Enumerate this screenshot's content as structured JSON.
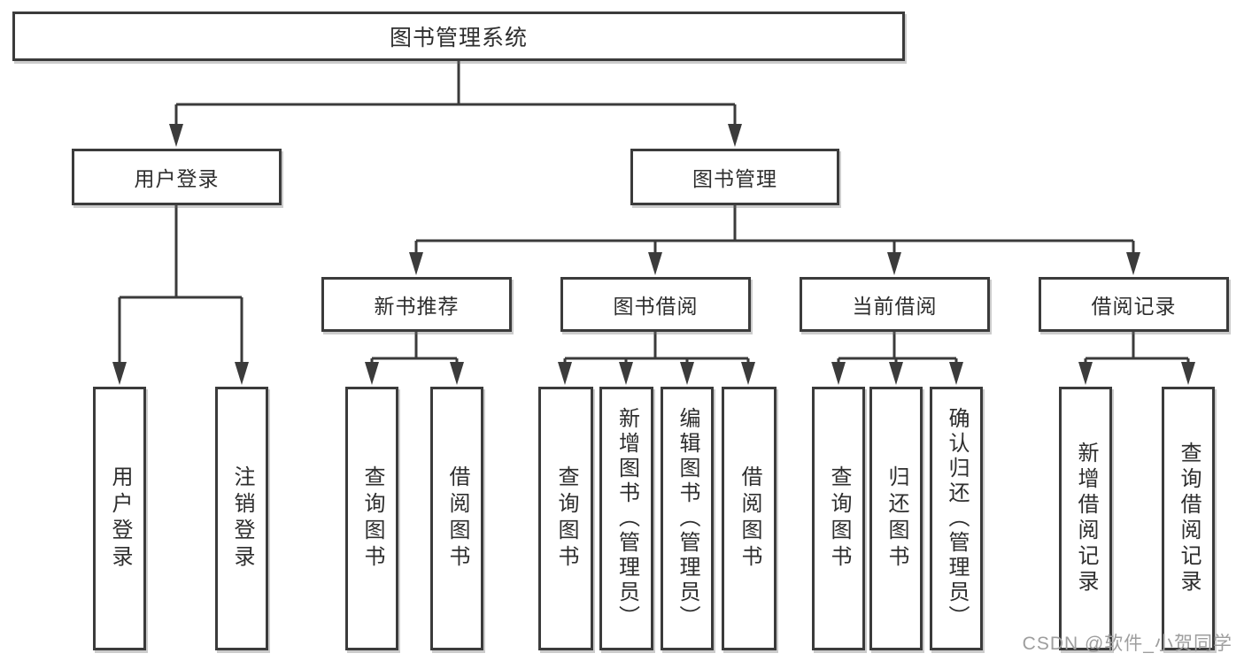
{
  "diagram": {
    "root": {
      "label": "图书管理系统"
    },
    "level2": [
      {
        "label": "用户登录",
        "children": [
          {
            "label": "用户登录"
          },
          {
            "label": "注销登录"
          }
        ]
      },
      {
        "label": "图书管理",
        "children": [
          {
            "label": "新书推荐",
            "children": [
              {
                "label": "查询图书"
              },
              {
                "label": "借阅图书"
              }
            ]
          },
          {
            "label": "图书借阅",
            "children": [
              {
                "label": "查询图书"
              },
              {
                "label": "新增图书（管理员）"
              },
              {
                "label": "编辑图书（管理员）"
              },
              {
                "label": "借阅图书"
              }
            ]
          },
          {
            "label": "当前借阅",
            "children": [
              {
                "label": "查询图书"
              },
              {
                "label": "归还图书"
              },
              {
                "label": "确认归还（管理员）"
              }
            ]
          },
          {
            "label": "借阅记录",
            "children": [
              {
                "label": "新增借阅记录"
              },
              {
                "label": "查询借阅记录"
              }
            ]
          }
        ]
      }
    ]
  },
  "watermark": {
    "text": "CSDN @软件_小贺同学"
  },
  "colors": {
    "line": "#3b3b3b",
    "box_border": "#3b3b3b",
    "text": "#2e2e2e",
    "watermark": "#9e9e9e",
    "background": "#ffffff"
  }
}
